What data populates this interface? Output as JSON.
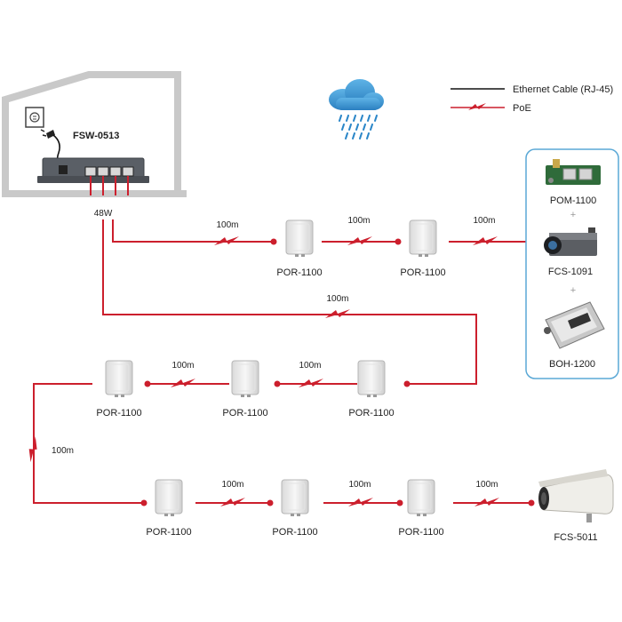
{
  "legend": {
    "ethernet": "Ethernet Cable (RJ-45)",
    "poe": "PoE"
  },
  "switch": {
    "label": "FSW-0513",
    "power": "48W"
  },
  "devices": {
    "por": "POR-1100",
    "pom": "POM-1100",
    "fcs1091": "FCS-1091",
    "boh": "BOH-1200",
    "fcs5011": "FCS-5011"
  },
  "distance": "100m",
  "plus": "+",
  "colors": {
    "poe": "#cc1f2d",
    "ethernet": "#111111",
    "house": "#c9c9c9",
    "panel_border": "#5aa8d6"
  }
}
